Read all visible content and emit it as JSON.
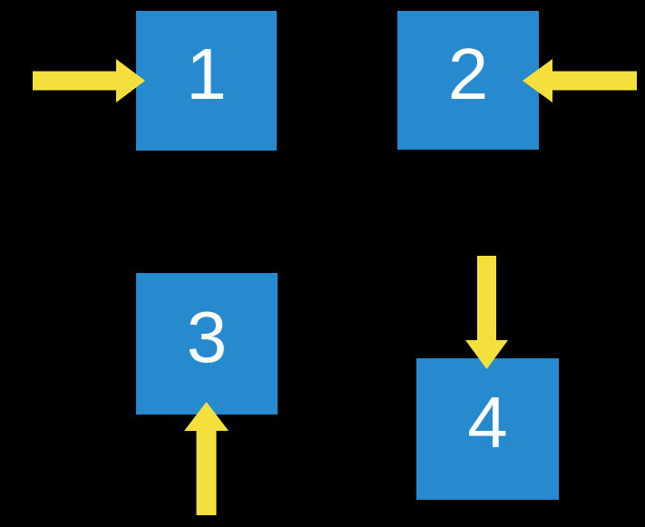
{
  "colors": {
    "background": "#000000",
    "square_fill": "#2789CE",
    "arrow_fill": "#F4E03C",
    "label_color": "#FFFFFF"
  },
  "squares": [
    {
      "label": "1",
      "arrow_direction": "right",
      "arrow_enters": "left-side"
    },
    {
      "label": "2",
      "arrow_direction": "left",
      "arrow_enters": "right-side"
    },
    {
      "label": "3",
      "arrow_direction": "up",
      "arrow_enters": "bottom-side"
    },
    {
      "label": "4",
      "arrow_direction": "down",
      "arrow_enters": "top-side"
    }
  ]
}
